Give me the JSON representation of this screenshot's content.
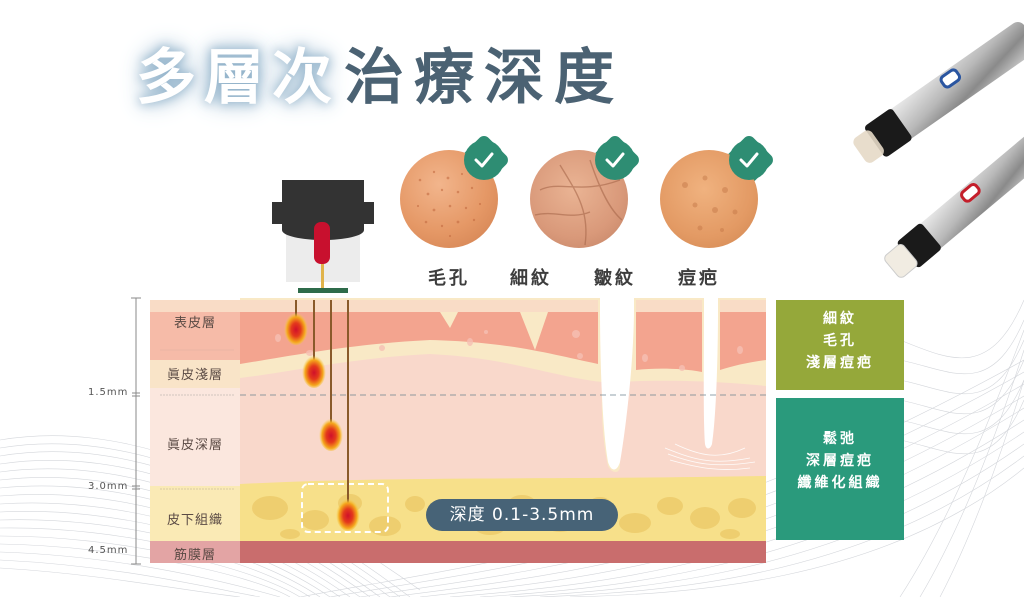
{
  "title": {
    "highlight": "多層次",
    "main": "治療深度"
  },
  "skin_concerns": [
    {
      "label": "毛孔",
      "image": "pore-skin-photo",
      "checked": true
    },
    {
      "label": "細紋",
      "image": "fine-line-skin-photo",
      "checked": true
    },
    {
      "label": "皺紋",
      "image": "wrinkle-skin-photo",
      "checked": false
    },
    {
      "label": "痘疤",
      "image": "acne-scar-skin-photo",
      "checked": true
    }
  ],
  "layers": [
    {
      "label": "表皮層",
      "color": "#f3a48f"
    },
    {
      "label": "眞皮淺層",
      "color": "#f9e9c6"
    },
    {
      "label": "眞皮深層",
      "color": "#f9d9cc"
    },
    {
      "label": "皮下組織",
      "color": "#f7e08a"
    },
    {
      "label": "筋膜層",
      "color": "#c96d6d"
    }
  ],
  "scale": {
    "marks": [
      "1.5mm",
      "3.0mm",
      "4.5mm"
    ]
  },
  "depth_badge": "深度 0.1-3.5mm",
  "treatment_boxes": [
    {
      "lines": [
        "細紋",
        "毛孔",
        "淺層痘疤"
      ],
      "color": "#95a83a"
    },
    {
      "lines": [
        "鬆弛",
        "深層痘疤",
        "纖維化組織"
      ],
      "color": "#2a9a7c"
    }
  ],
  "colors": {
    "title_accent": "#4b6273",
    "check_badge": "#2e8d73",
    "depth_badge_bg": "#476377",
    "device_body": "#333333",
    "needle_tip": "#c8102e"
  }
}
